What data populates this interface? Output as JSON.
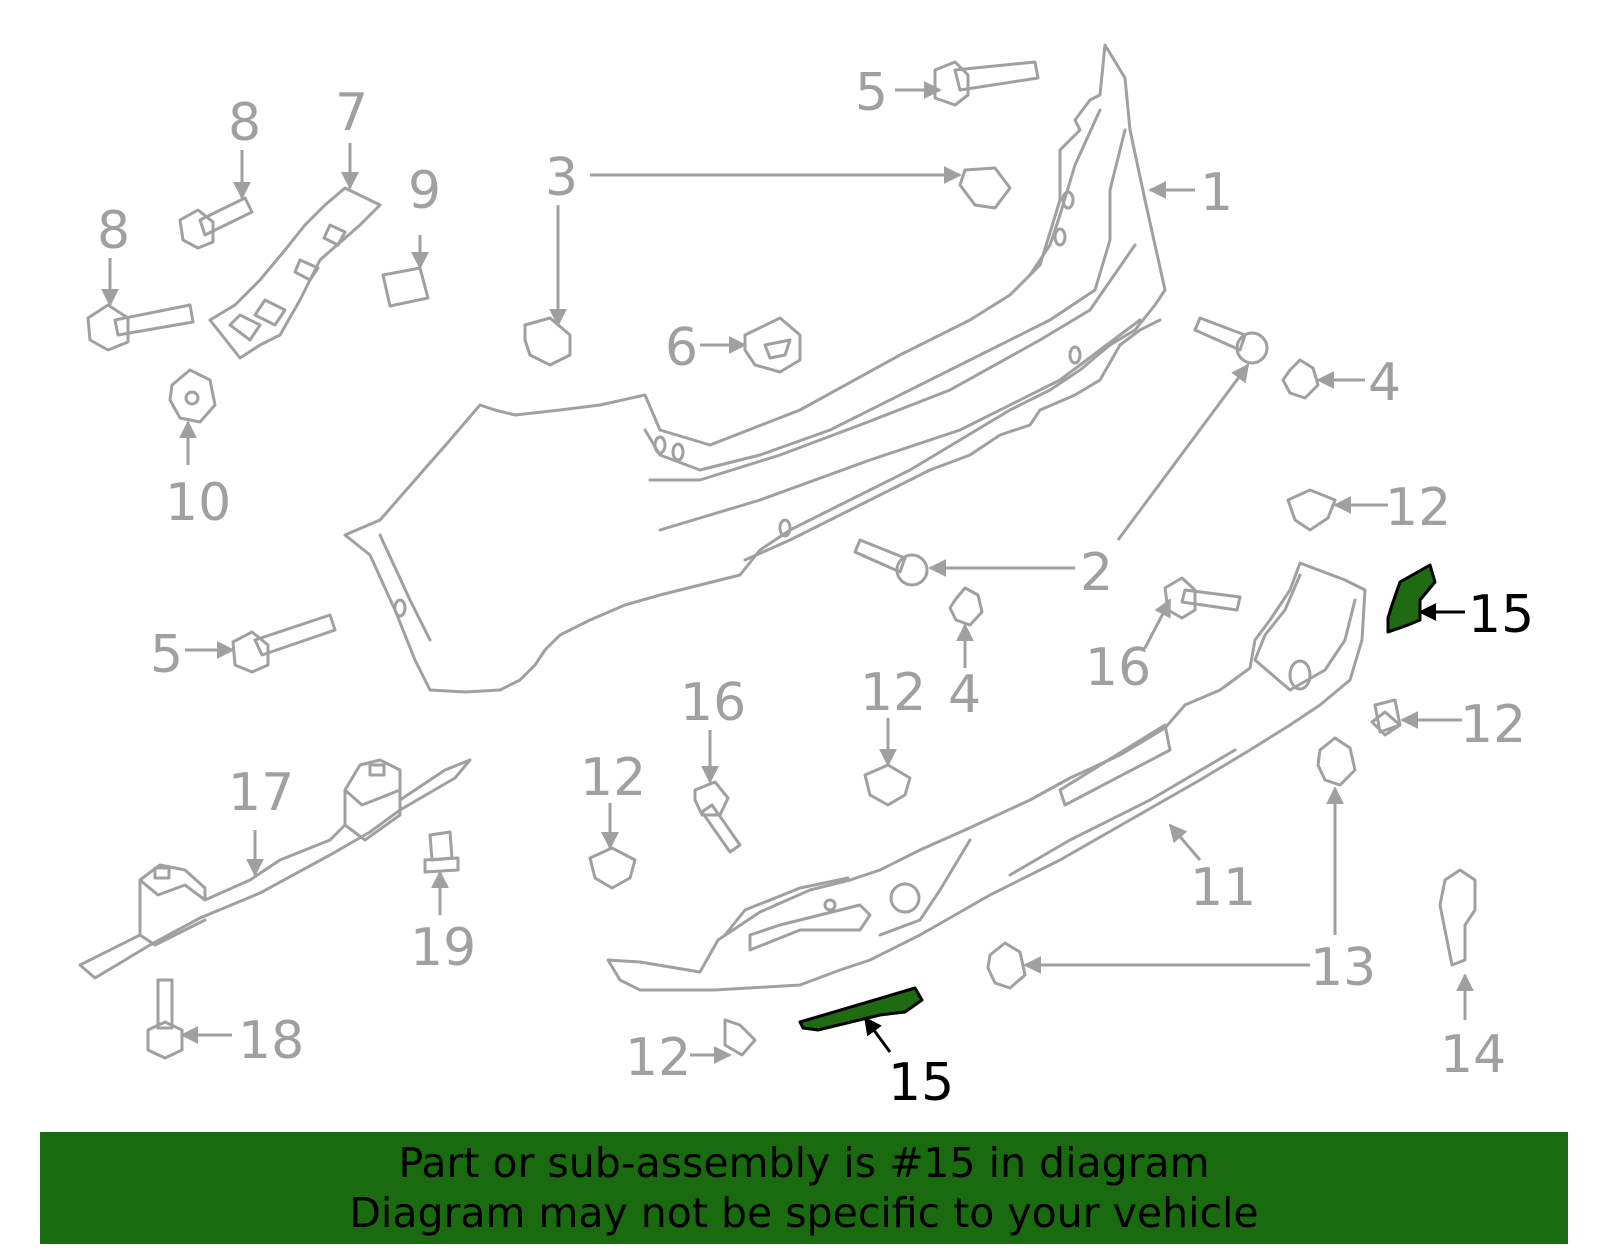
{
  "callouts": {
    "c1": "1",
    "c2": "2",
    "c3": "3",
    "c4a": "4",
    "c4b": "4",
    "c5a": "5",
    "c5b": "5",
    "c6": "6",
    "c7": "7",
    "c8a": "8",
    "c8b": "8",
    "c9": "9",
    "c10": "10",
    "c11": "11",
    "c12a": "12",
    "c12b": "12",
    "c12c": "12",
    "c12d": "12",
    "c12e": "12",
    "c13": "13",
    "c14": "14",
    "c15a": "15",
    "c15b": "15",
    "c16a": "16",
    "c16b": "16",
    "c17": "17",
    "c18": "18",
    "c19": "19"
  },
  "highlight_part": "15",
  "banner": {
    "line1": "Part or sub-assembly is #15 in diagram",
    "line2": "Diagram may not be specific to your vehicle"
  },
  "colors": {
    "part_outline": "#a0a0a0",
    "highlight_fill": "#1f6b12",
    "banner_background": "#1a6a0f",
    "text_dark": "#000000"
  }
}
